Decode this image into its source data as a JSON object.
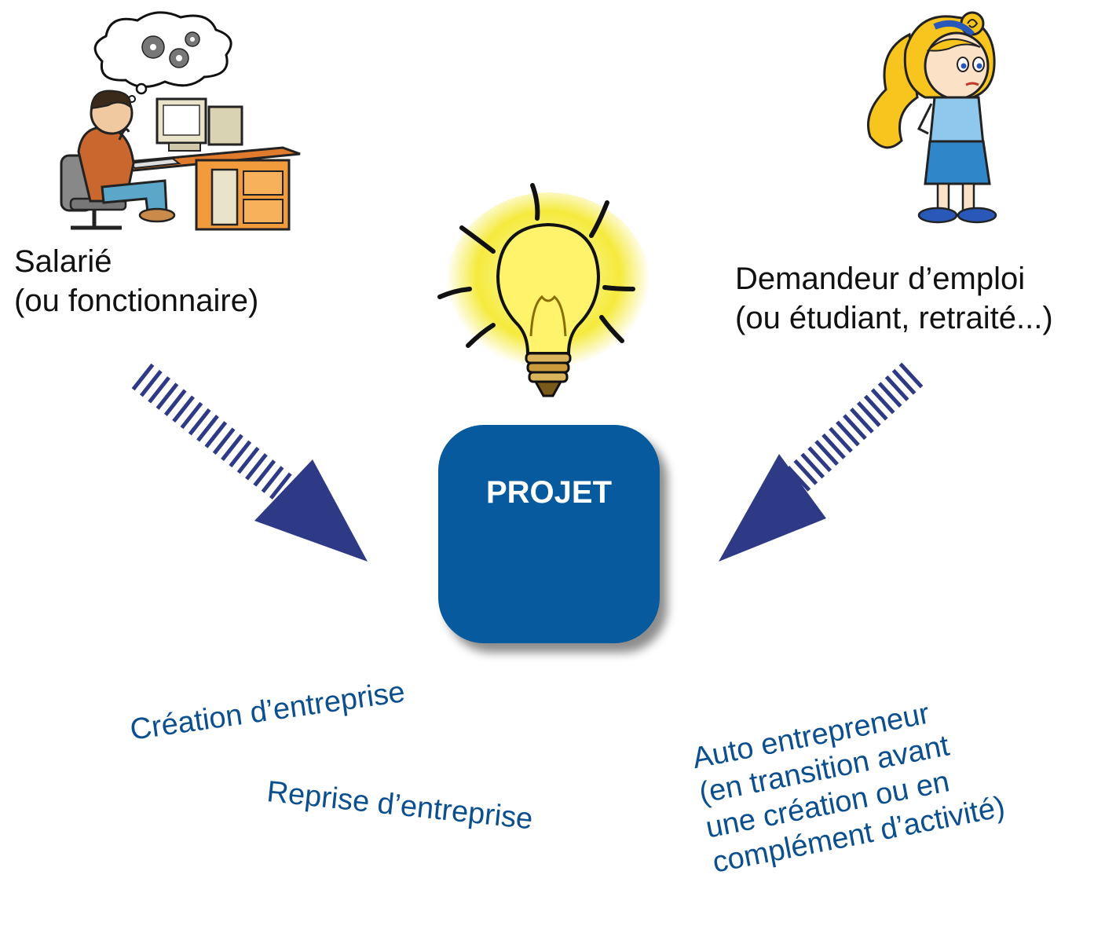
{
  "colors": {
    "arrow": "#2e3a85",
    "box": "#065a9d",
    "blue_text": "#0b4f8e",
    "bulb_glow": "#f5ea3c"
  },
  "icons": {
    "left_figure": "man-at-computer-thinking-illustration",
    "right_figure": "girl-with-ponytail-illustration",
    "center": "lightbulb-idea-icon"
  },
  "left": {
    "line1": "Salarié",
    "line2": "(ou fonctionnaire)"
  },
  "right": {
    "line1": "Demandeur d’emploi",
    "line2": "(ou étudiant, retraité...)"
  },
  "center": {
    "label": "PROJET"
  },
  "outcomes": {
    "creation": "Création d’entreprise",
    "reprise": "Reprise d’entreprise",
    "auto": [
      "Auto entrepreneur",
      "(en transition avant",
      "une création ou en",
      "complément d’activité)"
    ]
  }
}
